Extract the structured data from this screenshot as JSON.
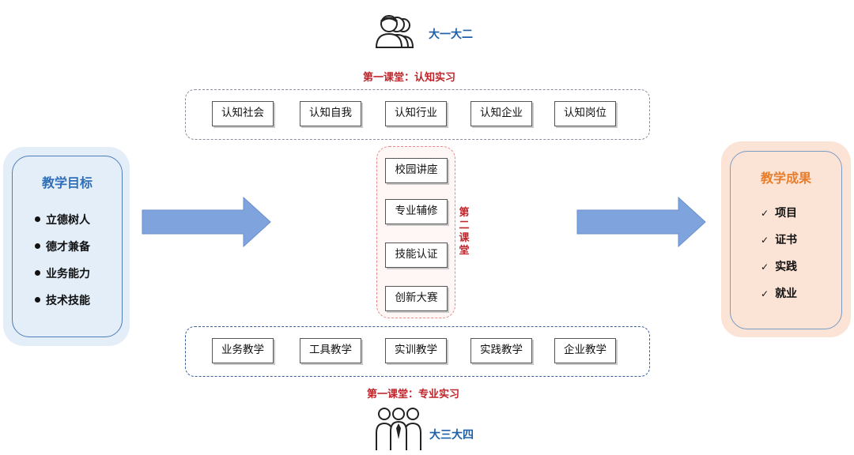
{
  "top_group": {
    "years_label": "大一大二",
    "section_label": "第一课堂：认知实习",
    "items": [
      "认知社会",
      "认知自我",
      "认知行业",
      "认知企业",
      "认知岗位"
    ]
  },
  "middle_group": {
    "vertical_label": [
      "第",
      "二",
      "课",
      "堂"
    ],
    "items": [
      "校园讲座",
      "专业辅修",
      "技能认证",
      "创新大赛"
    ]
  },
  "bottom_group": {
    "years_label": "大三大四",
    "section_label": "第一课堂：专业实习",
    "items": [
      "业务教学",
      "工具教学",
      "实训教学",
      "实践教学",
      "企业教学"
    ]
  },
  "goals": {
    "title": "教学目标",
    "items": [
      "立德树人",
      "德才兼备",
      "业务能力",
      "技术技能"
    ]
  },
  "outcomes": {
    "title": "教学成果",
    "items": [
      "项目",
      "证书",
      "实践",
      "就业"
    ]
  },
  "icons": [
    "people-group-icon",
    "people-team-icon",
    "arrow-right-icon"
  ],
  "colors": {
    "blue_text": "#1f5fa8",
    "red_text": "#c0242b",
    "orange_text": "#e67e2e",
    "arrow_fill": "#7fa3dd",
    "goal_panel": "#e3eef9",
    "outcome_panel": "#fbe3d6"
  }
}
